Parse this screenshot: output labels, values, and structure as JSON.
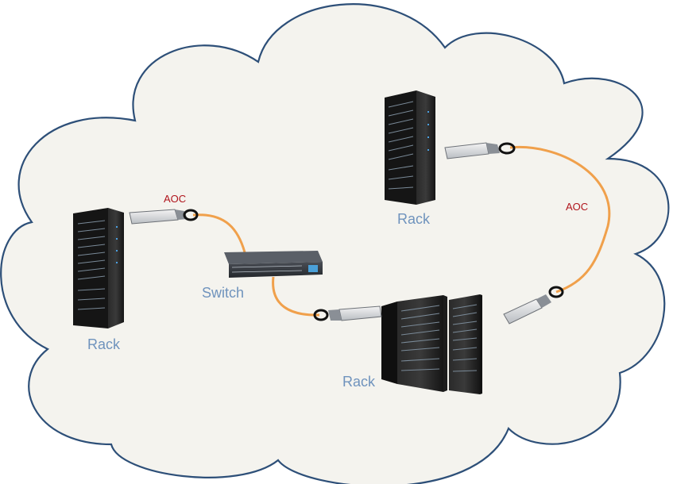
{
  "diagram": {
    "labels": {
      "rack_left": "Rack",
      "rack_top": "Rack",
      "rack_bottom": "Rack",
      "switch": "Switch",
      "aoc_left": "AOC",
      "aoc_right": "AOC"
    },
    "colors": {
      "cloud_fill": "#f4f3ee",
      "cloud_stroke": "#2d4f78",
      "cable": "#f0a04b",
      "label_blue": "#6f93bd",
      "label_red": "#b0141c"
    }
  }
}
